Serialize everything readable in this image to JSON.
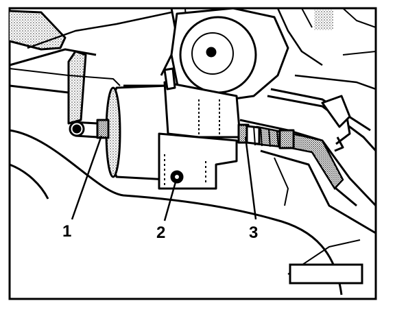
{
  "callouts": [
    {
      "id": "1",
      "label": "1"
    },
    {
      "id": "2",
      "label": "2"
    },
    {
      "id": "3",
      "label": "3"
    }
  ],
  "colors": {
    "ink": "#000000",
    "paper": "#ffffff",
    "hatch": "#555555"
  }
}
